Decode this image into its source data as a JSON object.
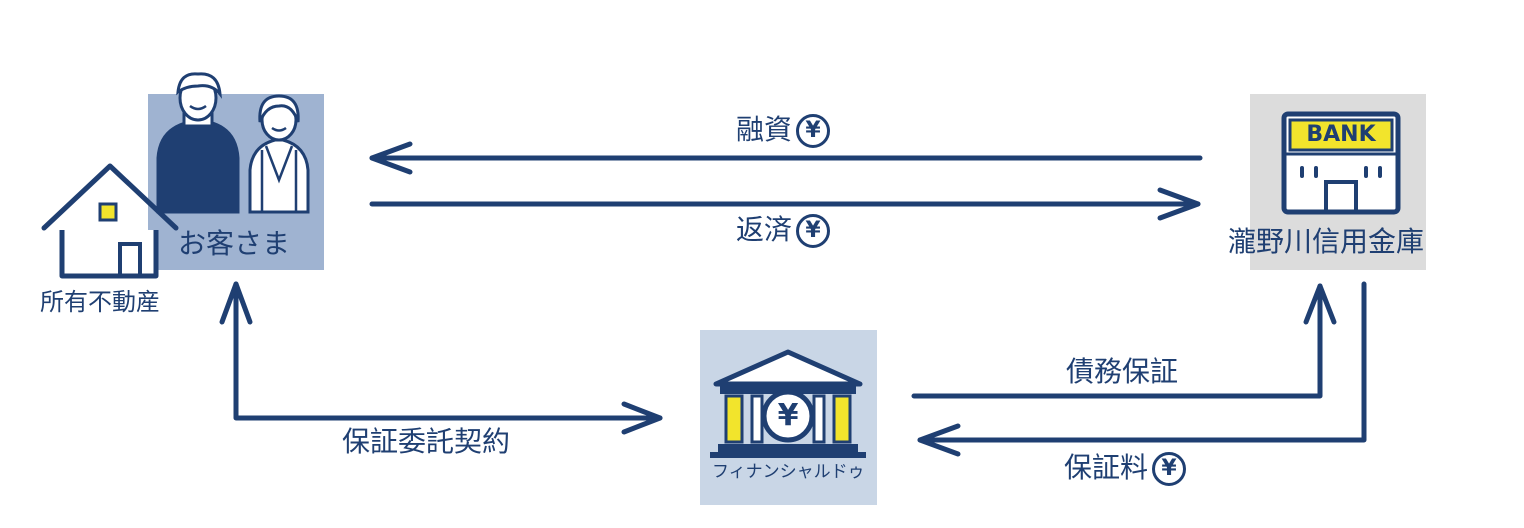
{
  "customer": {
    "label": "お客さま"
  },
  "property": {
    "label": "所有不動産"
  },
  "bank": {
    "sign": "BANK",
    "label": "瀧野川信用金庫"
  },
  "guarantor": {
    "label": "フィナンシャルドゥ"
  },
  "flows": {
    "loan": {
      "label": "融資"
    },
    "repayment": {
      "label": "返済"
    },
    "debt_guarantee": {
      "label": "債務保証"
    },
    "guarantee_fee": {
      "label": "保証料"
    },
    "guarantee_contract": {
      "label": "保証委託契約"
    }
  },
  "yen_symbol": "¥",
  "colors": {
    "navy": "#1f3f72",
    "customer_bg": "#9fb3d1",
    "bank_bg": "#dcdcdc",
    "guarantor_bg": "#c9d6e6",
    "accent_yellow": "#f2e42c"
  }
}
